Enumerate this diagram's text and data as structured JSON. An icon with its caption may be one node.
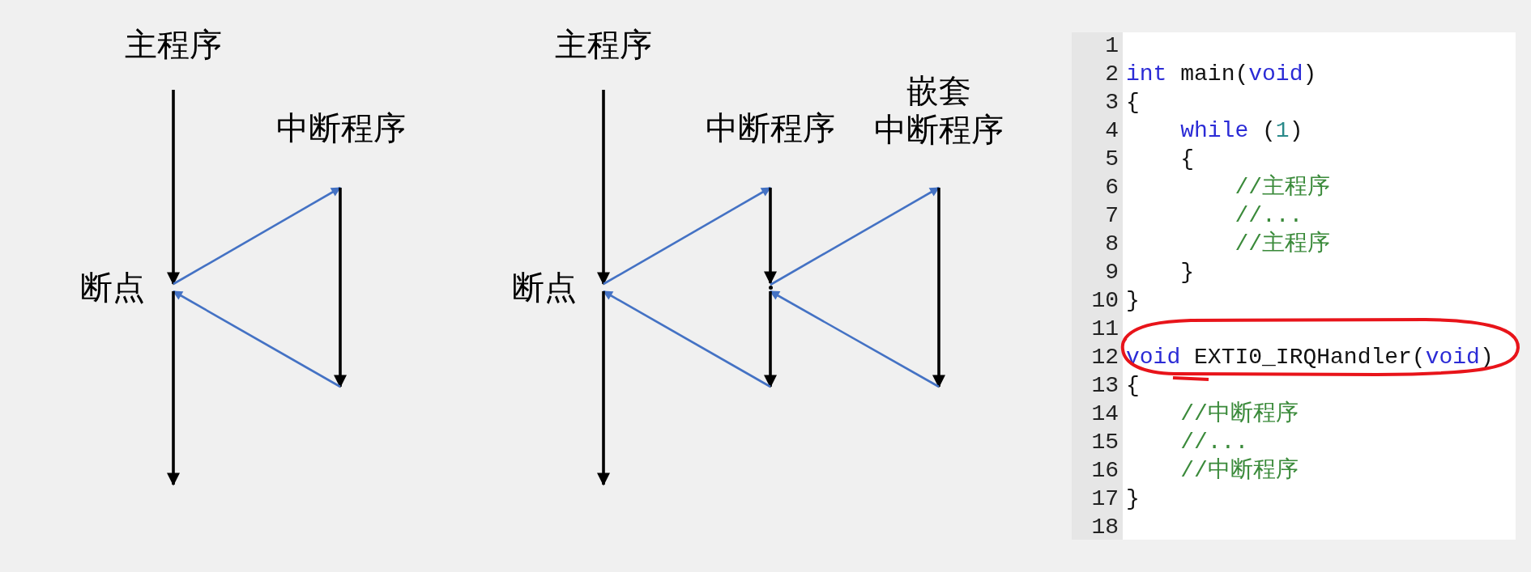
{
  "diagram": {
    "nodes": [
      {
        "text": [
          "主程序"
        ]
      },
      {
        "text": [
          "中断程序"
        ]
      },
      {
        "text": [
          "断点"
        ]
      },
      {
        "text": [
          "主程序"
        ]
      },
      {
        "text": [
          "中断程序"
        ]
      },
      {
        "text": [
          "嵌套中断程序"
        ]
      },
      {
        "text": [
          "断点"
        ]
      },
      {
        "text": [],
        "shape": "point"
      }
    ],
    "edges": [
      {
        "from": 0,
        "to": 2,
        "arrow": "to"
      },
      {
        "from": 2,
        "to": 1,
        "arrow": "to",
        "color": "#4472c4"
      },
      {
        "from": 1,
        "to": null,
        "arrow": "to"
      },
      {
        "from": null,
        "to": 2,
        "arrow": "to",
        "color": "#4472c4"
      },
      {
        "from": 2,
        "to": null,
        "arrow": "to"
      },
      {
        "from": 3,
        "to": 6,
        "arrow": "to"
      },
      {
        "from": 6,
        "to": 4,
        "arrow": "to",
        "color": "#4472c4"
      },
      {
        "from": 4,
        "to": 7,
        "arrow": "to"
      },
      {
        "from": 7,
        "to": 5,
        "arrow": "to",
        "color": "#4472c4"
      },
      {
        "from": 5,
        "to": null,
        "arrow": "to"
      },
      {
        "from": null,
        "to": 7,
        "arrow": "to",
        "color": "#4472c4"
      },
      {
        "from": 7,
        "to": null,
        "arrow": "to"
      },
      {
        "from": null,
        "to": 6,
        "arrow": "to",
        "color": "#4472c4"
      },
      {
        "from": 6,
        "to": null,
        "arrow": "to"
      }
    ],
    "labels": [
      "1",
      "2",
      "int main(void)",
      "3",
      "{",
      "4",
      "while (1)",
      "5",
      "{",
      "6",
      "//主程序",
      "7",
      "//...",
      "8",
      "//主程序",
      "9",
      "}",
      "10",
      "}",
      "11",
      "12",
      "void EXTI0_IRQHandler(void)",
      "13",
      "{",
      "14",
      "//中断程序",
      "15",
      "//...",
      "16",
      "//中断程序",
      "17",
      "}",
      "18"
    ]
  }
}
